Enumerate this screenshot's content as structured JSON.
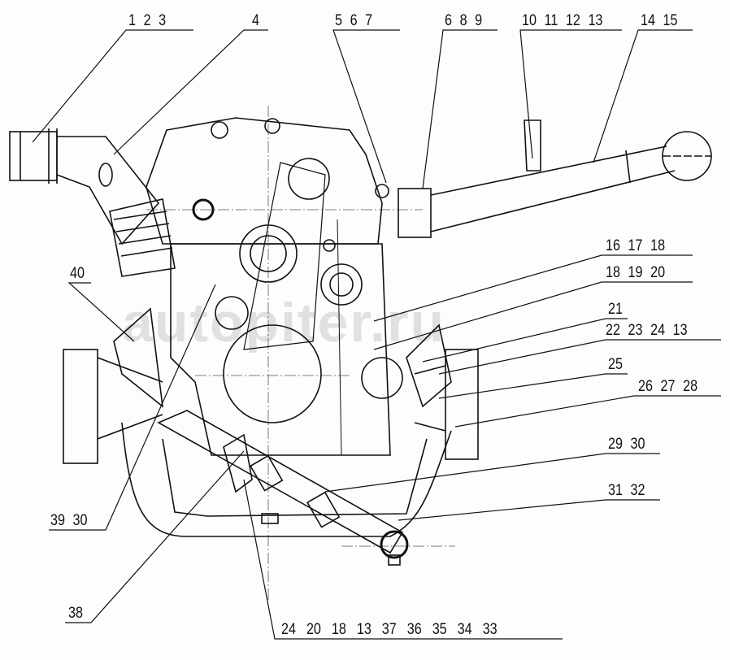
{
  "watermark": "autopiter.ru",
  "callouts": {
    "c1": "1 2 3",
    "c2": "4",
    "c3": "5 6 7",
    "c4": "6 8 9",
    "c5": "10 11 12 13",
    "c6": "14 15",
    "c7": "16 17 18",
    "c8": "18 19 20",
    "c9": "21",
    "c10": "22 23 24 13",
    "c11": "25",
    "c12": "26 27 28",
    "c13": "29 30",
    "c14": "31 32",
    "c15": "40",
    "c16": "39 30",
    "c17": "38",
    "c18": "24 20 18 13 37 36 35 34 33"
  }
}
